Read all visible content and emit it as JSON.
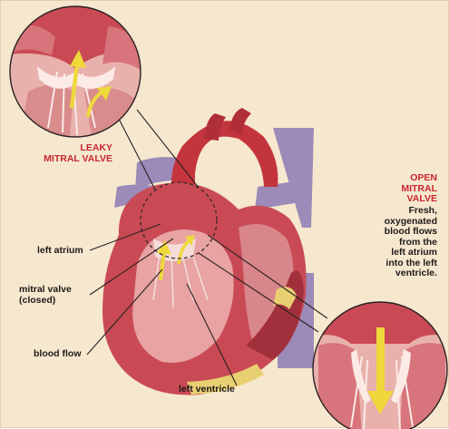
{
  "callouts": {
    "leaky_title": "LEAKY\nMITRAL VALVE",
    "open_title": "OPEN\nMITRAL\nVALVE",
    "open_description": "Fresh,\noxygenated\nblood flows\nfrom the\nleft atrium\ninto the left\nventricle."
  },
  "labels": {
    "left_atrium": "left atrium",
    "mitral_valve": "mitral valve\n(closed)",
    "blood_flow": "blood flow",
    "left_ventricle": "left ventricle"
  },
  "colors": {
    "background": "#f6e7cf",
    "heart_wall": "#c94a55",
    "heart_dark": "#a2303c",
    "chamber_pink": "#e8a3a2",
    "vein_purple": "#9c8ab8",
    "aorta_red": "#c4343d",
    "fat_yellow": "#e8cf72",
    "arrow_yellow": "#efd83a",
    "label_red": "#c8262e"
  },
  "icons": {
    "flow_arrow": "yellow-arrow-icon"
  }
}
